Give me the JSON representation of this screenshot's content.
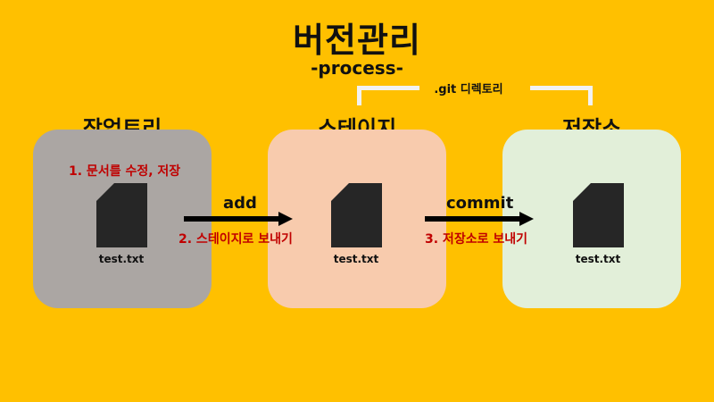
{
  "title": "버전관리",
  "subtitle": "-process-",
  "git_dir_label": ".git 디렉토리",
  "areas": {
    "working": {
      "title": "작업트리",
      "file": "test.txt",
      "step": "1. 문서를 수정, 저장"
    },
    "staging": {
      "title": "스테이지",
      "file": "test.txt"
    },
    "repository": {
      "title": "저장소",
      "file": "test.txt"
    }
  },
  "arrows": {
    "add": {
      "command": "add",
      "step": "2. 스테이지로 보내기"
    },
    "commit": {
      "command": "commit",
      "step": "3. 저장소로 보내기"
    }
  },
  "colors": {
    "background": "#FFC000",
    "working_box": "#ABA6A3",
    "staging_box": "#F8CBAD",
    "repository_box": "#E2EFD9",
    "step_text": "#C00000",
    "file_icon": "#262626"
  }
}
